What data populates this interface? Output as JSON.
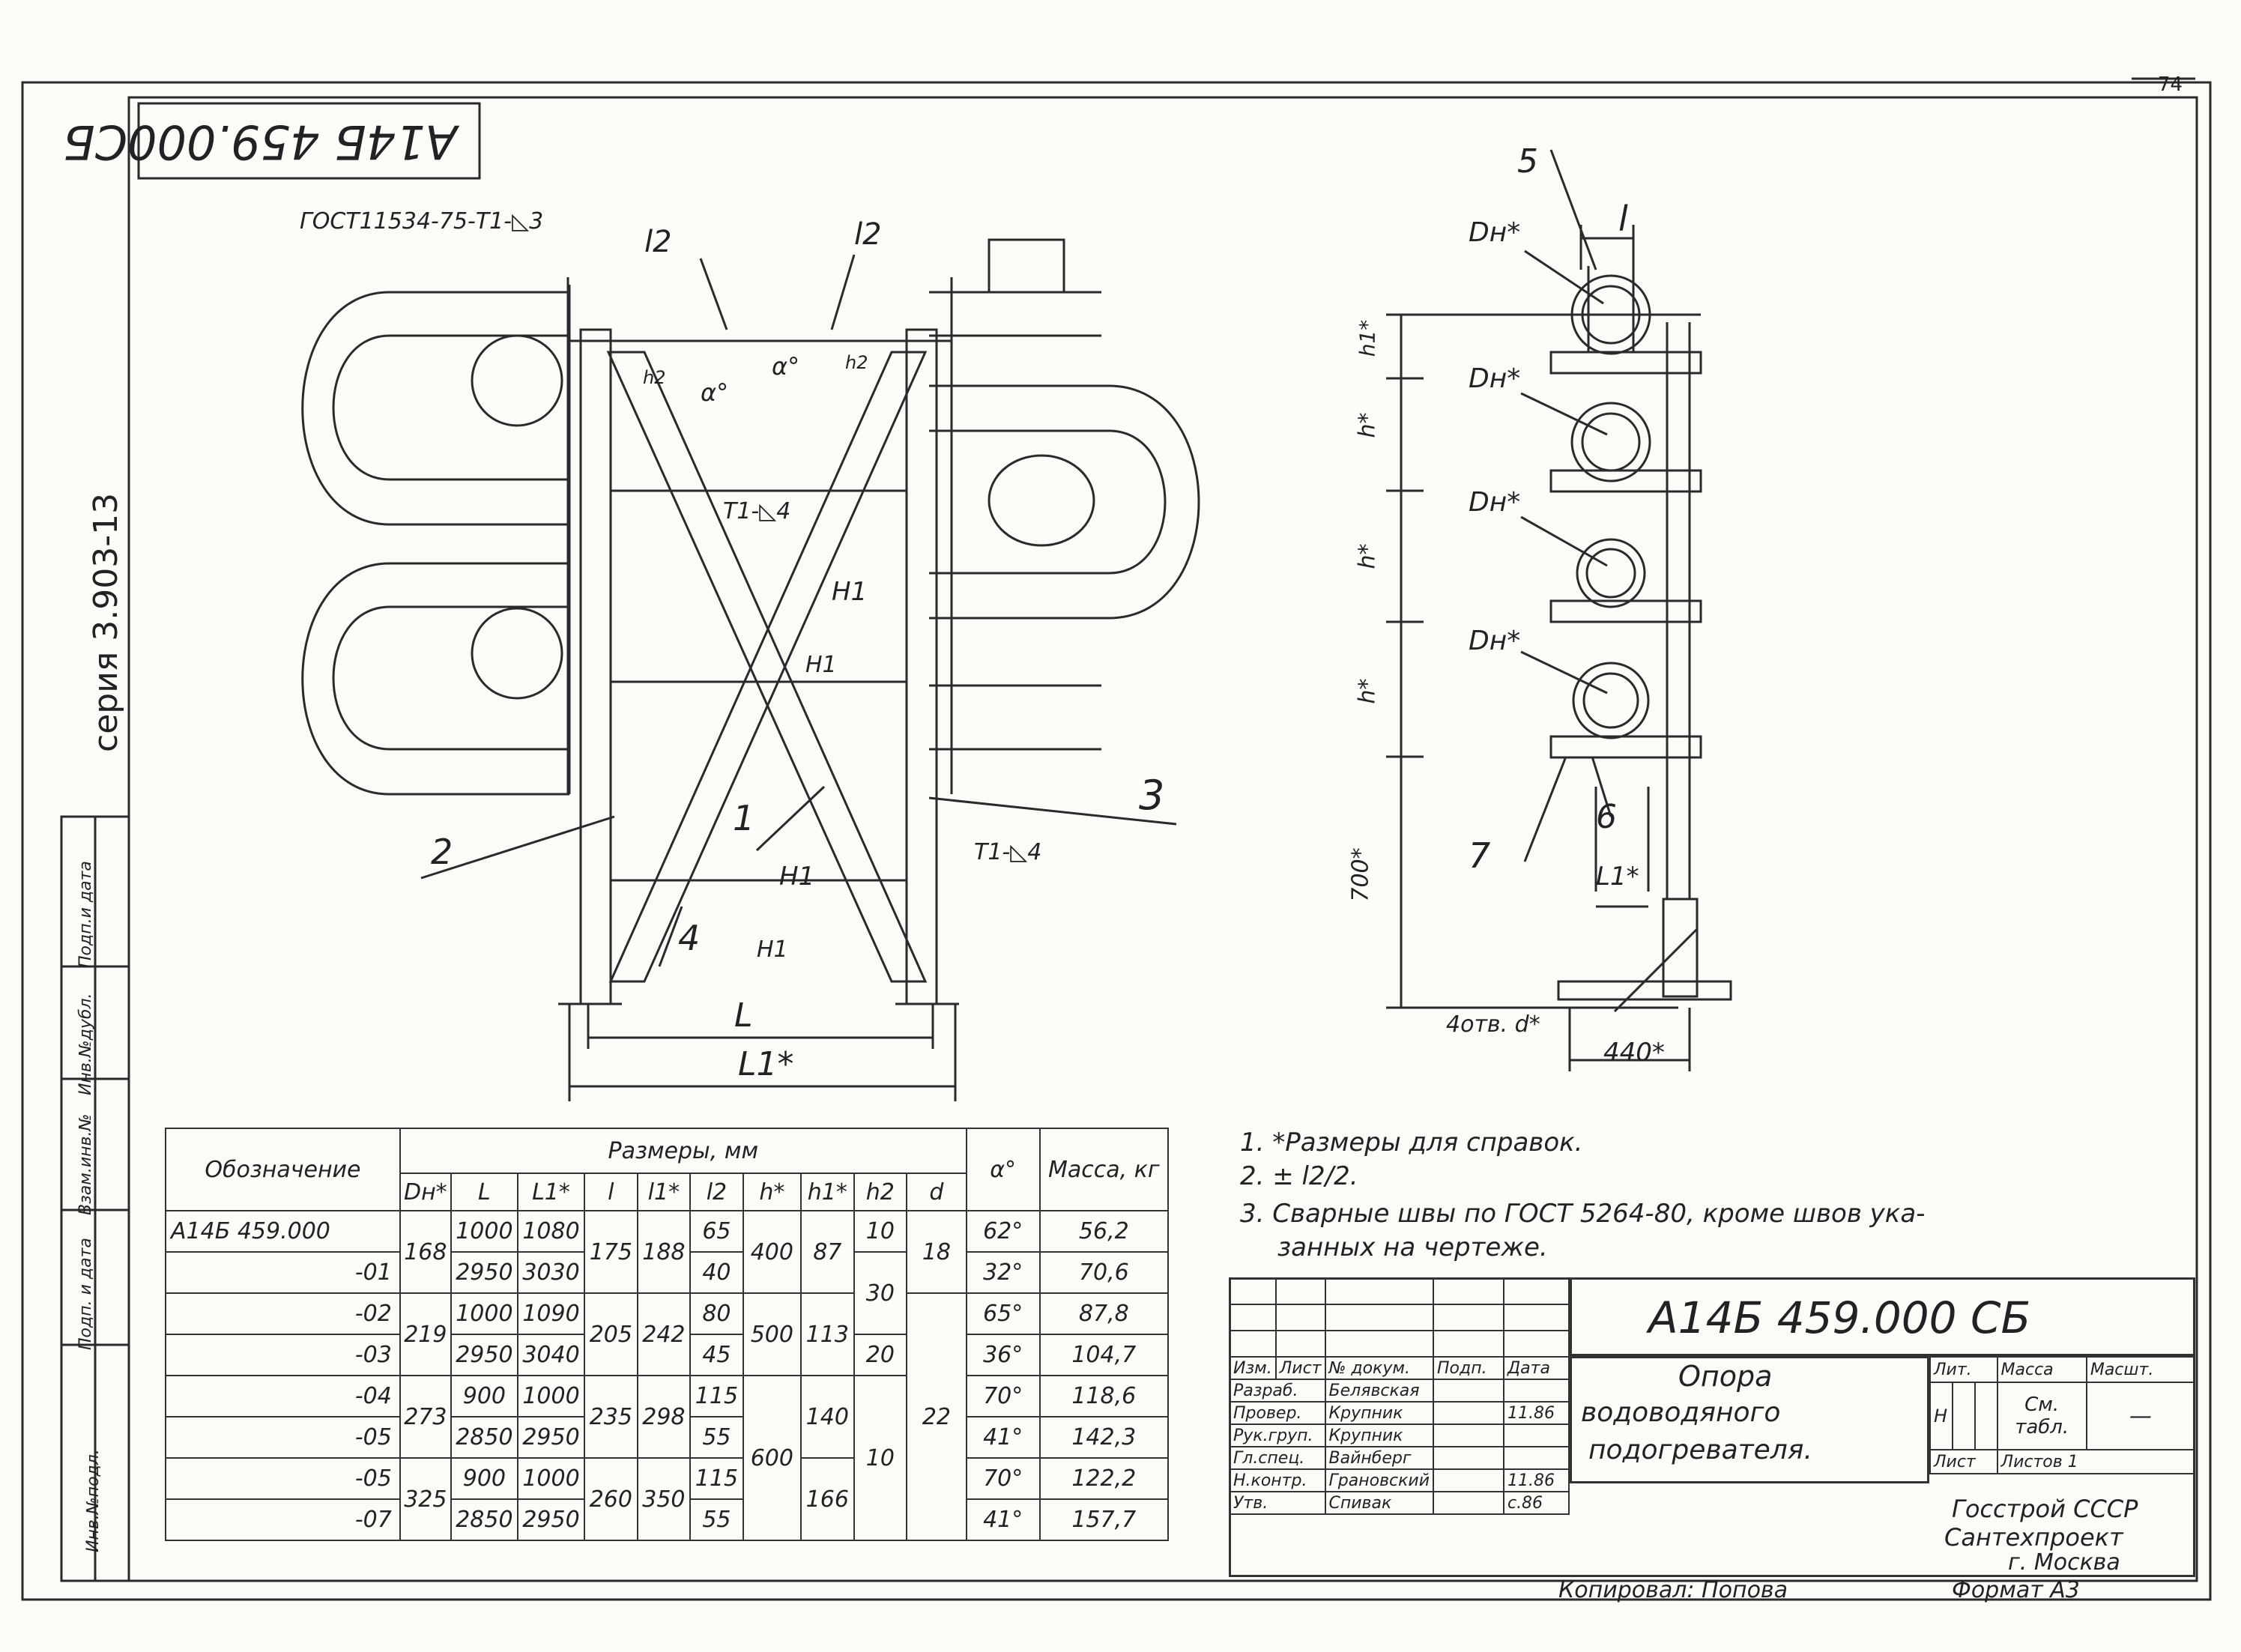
{
  "sheet": {
    "sheet_number": "74",
    "stamp_mirrored": "А14Б 459.000СБ",
    "series": "серия 3.903-13",
    "copied_by": "Копировал: Попова",
    "format": "Формат А3"
  },
  "side_strip": [
    "Инв.№подл.",
    "Подп. и дата",
    "Взам.инв.№",
    "Инв.№дубл.",
    "Подп.и дата"
  ],
  "front_view": {
    "weld_gost": "ГОСТ11534-75-Т1-◺3",
    "l2_left": "l2",
    "l2_right": "l2",
    "h2_left": "h2",
    "h2_right": "h2",
    "alpha_left": "α°",
    "alpha_right": "α°",
    "weld_t1_top": "Т1-◺4",
    "weld_t1_bottom": "Т1-◺4",
    "h1_a": "Н1",
    "h1_b": "Н1",
    "h1_c": "Н1",
    "h1_d": "Н1",
    "pos1": "1",
    "pos2": "2",
    "pos3": "3",
    "pos4": "4",
    "dim_L": "L",
    "dim_L1": "L1*"
  },
  "side_view": {
    "pos5": "5",
    "pos6": "6",
    "pos7": "7",
    "dim_l": "l",
    "dn1": "Dн*",
    "dn2": "Dн*",
    "dn3": "Dн*",
    "dn4": "Dн*",
    "h1": "h1*",
    "h_a": "h*",
    "h_b": "h*",
    "h_c": "h*",
    "d700": "700*",
    "holes": "4отв. d*",
    "d440": "440*",
    "l1": "L1*"
  },
  "spec_table": {
    "col_designation": "Обозначение",
    "group_dims": "Размеры, мм",
    "col_alpha": "α°",
    "col_mass": "Масса, кг",
    "sub_headers": [
      "Dн*",
      "L",
      "L1*",
      "l",
      "l1*",
      "l2",
      "h*",
      "h1*",
      "h2",
      "d"
    ],
    "rows": [
      {
        "des": "А14Б 459.000",
        "dn": "168",
        "L": "1000",
        "L1": "1080",
        "l": "175",
        "l1": "188",
        "l2": "65",
        "h": "400",
        "h1": "87",
        "h2": "10",
        "d": "18",
        "alpha": "62°",
        "mass": "56,2"
      },
      {
        "des": "-01",
        "L": "2950",
        "L1": "3030",
        "l2": "40",
        "alpha": "32°",
        "mass": "70,6"
      },
      {
        "des": "-02",
        "dn": "219",
        "L": "1000",
        "L1": "1090",
        "l": "205",
        "l1": "242",
        "l2": "80",
        "h": "500",
        "h1": "113",
        "h2": "30",
        "alpha": "65°",
        "mass": "87,8"
      },
      {
        "des": "-03",
        "L": "2950",
        "L1": "3040",
        "l2": "45",
        "h2": "20",
        "alpha": "36°",
        "mass": "104,7"
      },
      {
        "des": "-04",
        "dn": "273",
        "L": "900",
        "L1": "1000",
        "l": "235",
        "l1": "298",
        "l2": "115",
        "h": "600",
        "h1": "140",
        "h2": "10",
        "d": "22",
        "alpha": "70°",
        "mass": "118,6"
      },
      {
        "des": "-05",
        "L": "2850",
        "L1": "2950",
        "l2": "55",
        "alpha": "41°",
        "mass": "142,3"
      },
      {
        "des": "-05",
        "dn": "325",
        "L": "900",
        "L1": "1000",
        "l": "260",
        "l1": "350",
        "l2": "115",
        "h1": "166",
        "alpha": "70°",
        "mass": "122,2"
      },
      {
        "des": "-07",
        "L": "2850",
        "L1": "2950",
        "l2": "55",
        "alpha": "41°",
        "mass": "157,7"
      }
    ]
  },
  "notes": [
    "1. *Размеры для справок.",
    "2. ± l2/2.",
    "3. Сварные швы по ГОСТ 5264-80, кроме швов ука-",
    "занных на чертеже."
  ],
  "title_block": {
    "designation": "А14Б 459.000 СБ",
    "title_lines": [
      "Опора",
      "водоводяного",
      "подогревателя."
    ],
    "headers": [
      "Изм.",
      "Лист",
      "№ докум.",
      "Подп.",
      "Дата"
    ],
    "people": [
      {
        "role": "Разраб.",
        "name": "Белявская",
        "date": ""
      },
      {
        "role": "Провер.",
        "name": "Крупник",
        "date": "11.86"
      },
      {
        "role": "Рук.груп.",
        "name": "Крупник",
        "date": ""
      },
      {
        "role": "Гл.спец.",
        "name": "Вайнберг",
        "date": ""
      },
      {
        "role": "Н.контр.",
        "name": "Грановский",
        "date": "11.86"
      },
      {
        "role": "Утв.",
        "name": "Спивак",
        "date": "с.86"
      }
    ],
    "lit_label": "Лит.",
    "mass_label": "Масса",
    "scale_label": "Масшт.",
    "lit_value": "Н",
    "mass_value": "См. табл.",
    "scale_value": "—",
    "sheet_label": "Лист",
    "sheets_label": "Листов 1",
    "org": [
      "Госстрой СССР",
      "Сантехпроект",
      "г. Москва"
    ]
  }
}
